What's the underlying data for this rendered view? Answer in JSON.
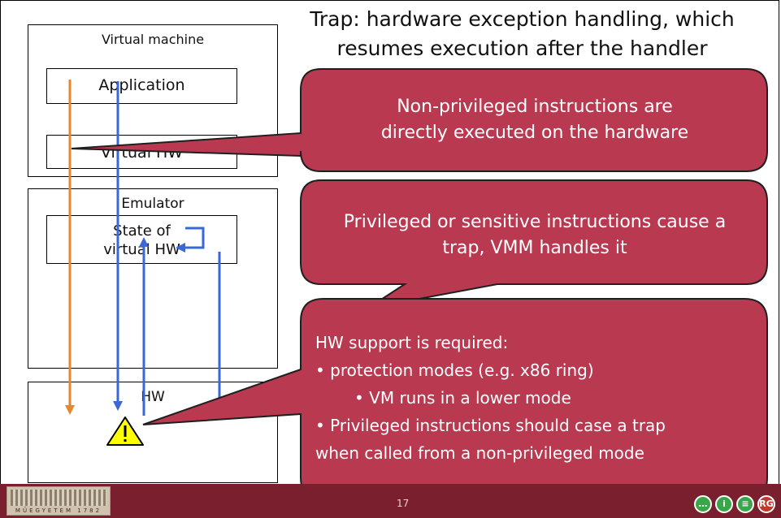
{
  "title": {
    "line1": "Trap: hardware exception handling, which",
    "line2": "resumes execution after the handler"
  },
  "diagram": {
    "virtual_machine_label": "Virtual machine",
    "application_label": "Application",
    "virtual_hw_label": "Virtual HW",
    "emulator_label": "Emulator",
    "state_line1": "State of",
    "state_line2": "virtual HW",
    "hw_label": "HW",
    "warning_icon": "warning-triangle-icon"
  },
  "callouts": {
    "non_privileged": {
      "line1": "Non-privileged instructions are",
      "line2": "directly executed on the hardware"
    },
    "privileged": {
      "line1": "Privileged or sensitive instructions cause a",
      "line2": "trap, VMM handles it"
    },
    "hw_support": {
      "line1": "HW support is required:",
      "line2": "• protection modes (e.g. x86 ring)",
      "line3": "• VM runs in a lower mode",
      "line4": "• Privileged instructions should case a trap",
      "line5": "when called from a non-privileged mode"
    }
  },
  "footer": {
    "page_number": "17",
    "logo_text": "MŰEGYETEM 1782",
    "nav_icons": [
      "speech-bubble-icon",
      "info-icon",
      "menu-icon",
      "rg-logo-icon"
    ]
  },
  "colors": {
    "callout_fill": "#b93a50",
    "callout_border": "#1f1f1f",
    "arrow_orange": "#e8862a",
    "arrow_blue": "#3a68d8",
    "footer_bg": "#7a1f2d",
    "warning_fill": "#ffff00"
  }
}
